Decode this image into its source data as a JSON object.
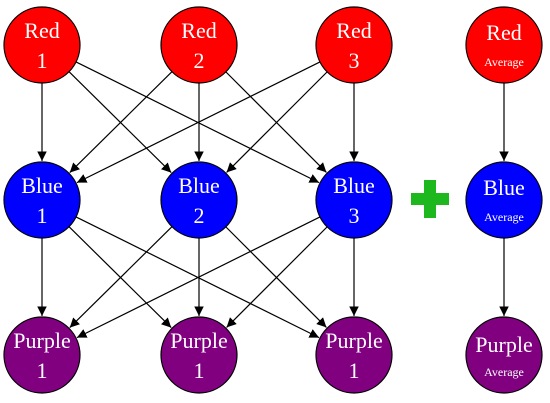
{
  "colors": {
    "red": "#ff0000",
    "blue": "#0000ff",
    "purple": "#800080",
    "plus": "#1db81d",
    "edge": "#000000"
  },
  "nodes": {
    "red1": {
      "line1": "Red",
      "line2": "1"
    },
    "red2": {
      "line1": "Red",
      "line2": "2"
    },
    "red3": {
      "line1": "Red",
      "line2": "3"
    },
    "blue1": {
      "line1": "Blue",
      "line2": "1"
    },
    "blue2": {
      "line1": "Blue",
      "line2": "2"
    },
    "blue3": {
      "line1": "Blue",
      "line2": "3"
    },
    "purple1": {
      "line1": "Purple",
      "line2": "1"
    },
    "purple2": {
      "line1": "Purple",
      "line2": "1"
    },
    "purple3": {
      "line1": "Purple",
      "line2": "1"
    },
    "redAvg": {
      "line1": "Red",
      "line2": "Average"
    },
    "blueAvg": {
      "line1": "Blue",
      "line2": "Average"
    },
    "purpleAvg": {
      "line1": "Purple",
      "line2": "Average"
    }
  },
  "plus_symbol": "+"
}
